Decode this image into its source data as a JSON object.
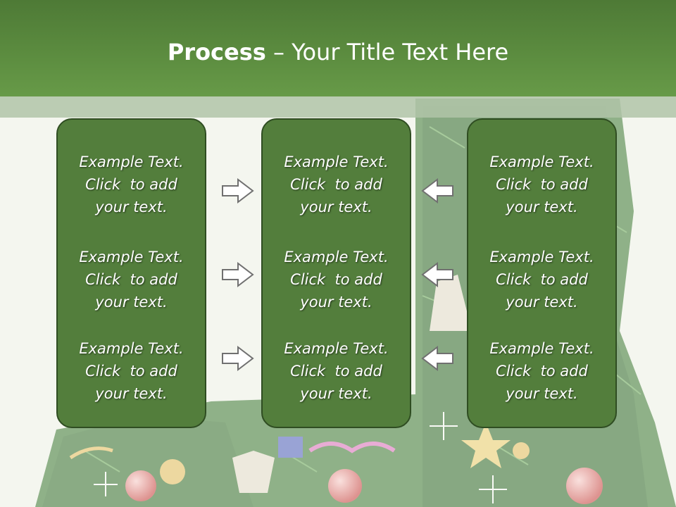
{
  "title": {
    "bold": "Process",
    "rest": " – Your Title Text Here"
  },
  "columns": [
    {
      "items": [
        [
          "Example Text.",
          "Click  to add",
          "your text."
        ],
        [
          "Example Text.",
          "Click  to add",
          "your text."
        ],
        [
          "Example Text.",
          "Click  to add",
          "your text."
        ]
      ]
    },
    {
      "items": [
        [
          "Example Text.",
          "Click  to add",
          "your text."
        ],
        [
          "Example Text.",
          "Click  to add",
          "your text."
        ],
        [
          "Example Text.",
          "Click  to add",
          "your text."
        ]
      ]
    },
    {
      "items": [
        [
          "Example Text.",
          "Click  to add",
          "your text."
        ],
        [
          "Example Text.",
          "Click  to add",
          "your text."
        ],
        [
          "Example Text.",
          "Click  to add",
          "your text."
        ]
      ]
    }
  ],
  "arrows": {
    "left_group": "arrow-right-icon",
    "right_group": "arrow-left-icon"
  },
  "colors": {
    "header": "#5a8a3e",
    "panel": "#537e3c",
    "panel_border": "#2f4d22"
  }
}
